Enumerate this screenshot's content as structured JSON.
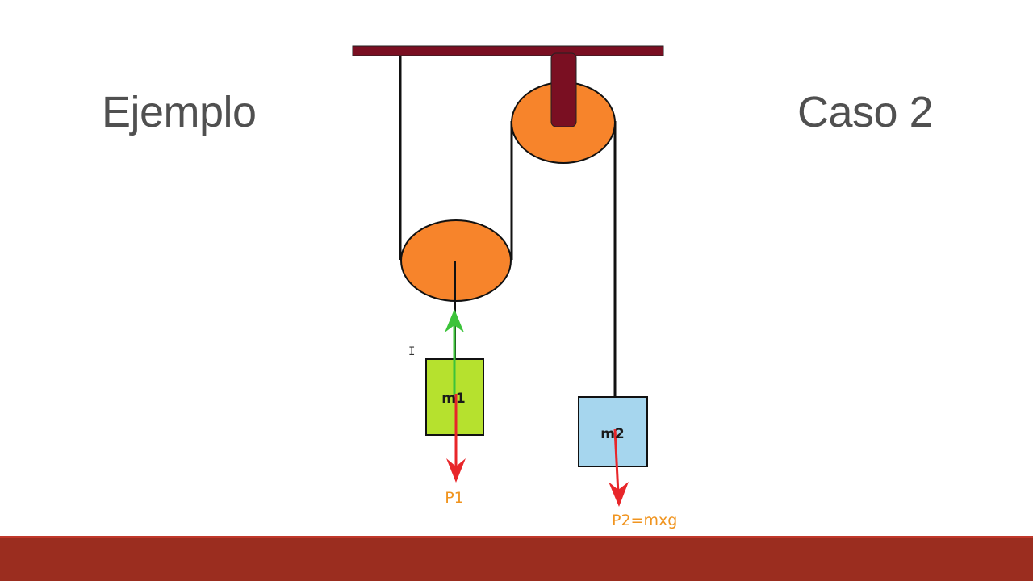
{
  "slide": {
    "title": "Ejemplo",
    "subtitle": "Caso 2"
  },
  "diagram": {
    "blocks": [
      {
        "id": "m1",
        "label": "m1",
        "color": "#b6e12e"
      },
      {
        "id": "m2",
        "label": "m2",
        "color": "#a6d6ee"
      }
    ],
    "forces": [
      {
        "id": "p1",
        "label": "P1",
        "color": "#e8262a"
      },
      {
        "id": "p2",
        "label": "P2=mxg",
        "color": "#e8262a"
      },
      {
        "id": "tension",
        "label": "",
        "color": "#3cc33a"
      }
    ],
    "pulley_color": "#f7842b",
    "ceiling_color": "#7a0f22",
    "force_label_color": "#f0941f"
  },
  "theme": {
    "footer_color": "#9b2d1f",
    "title_color": "#505050"
  }
}
